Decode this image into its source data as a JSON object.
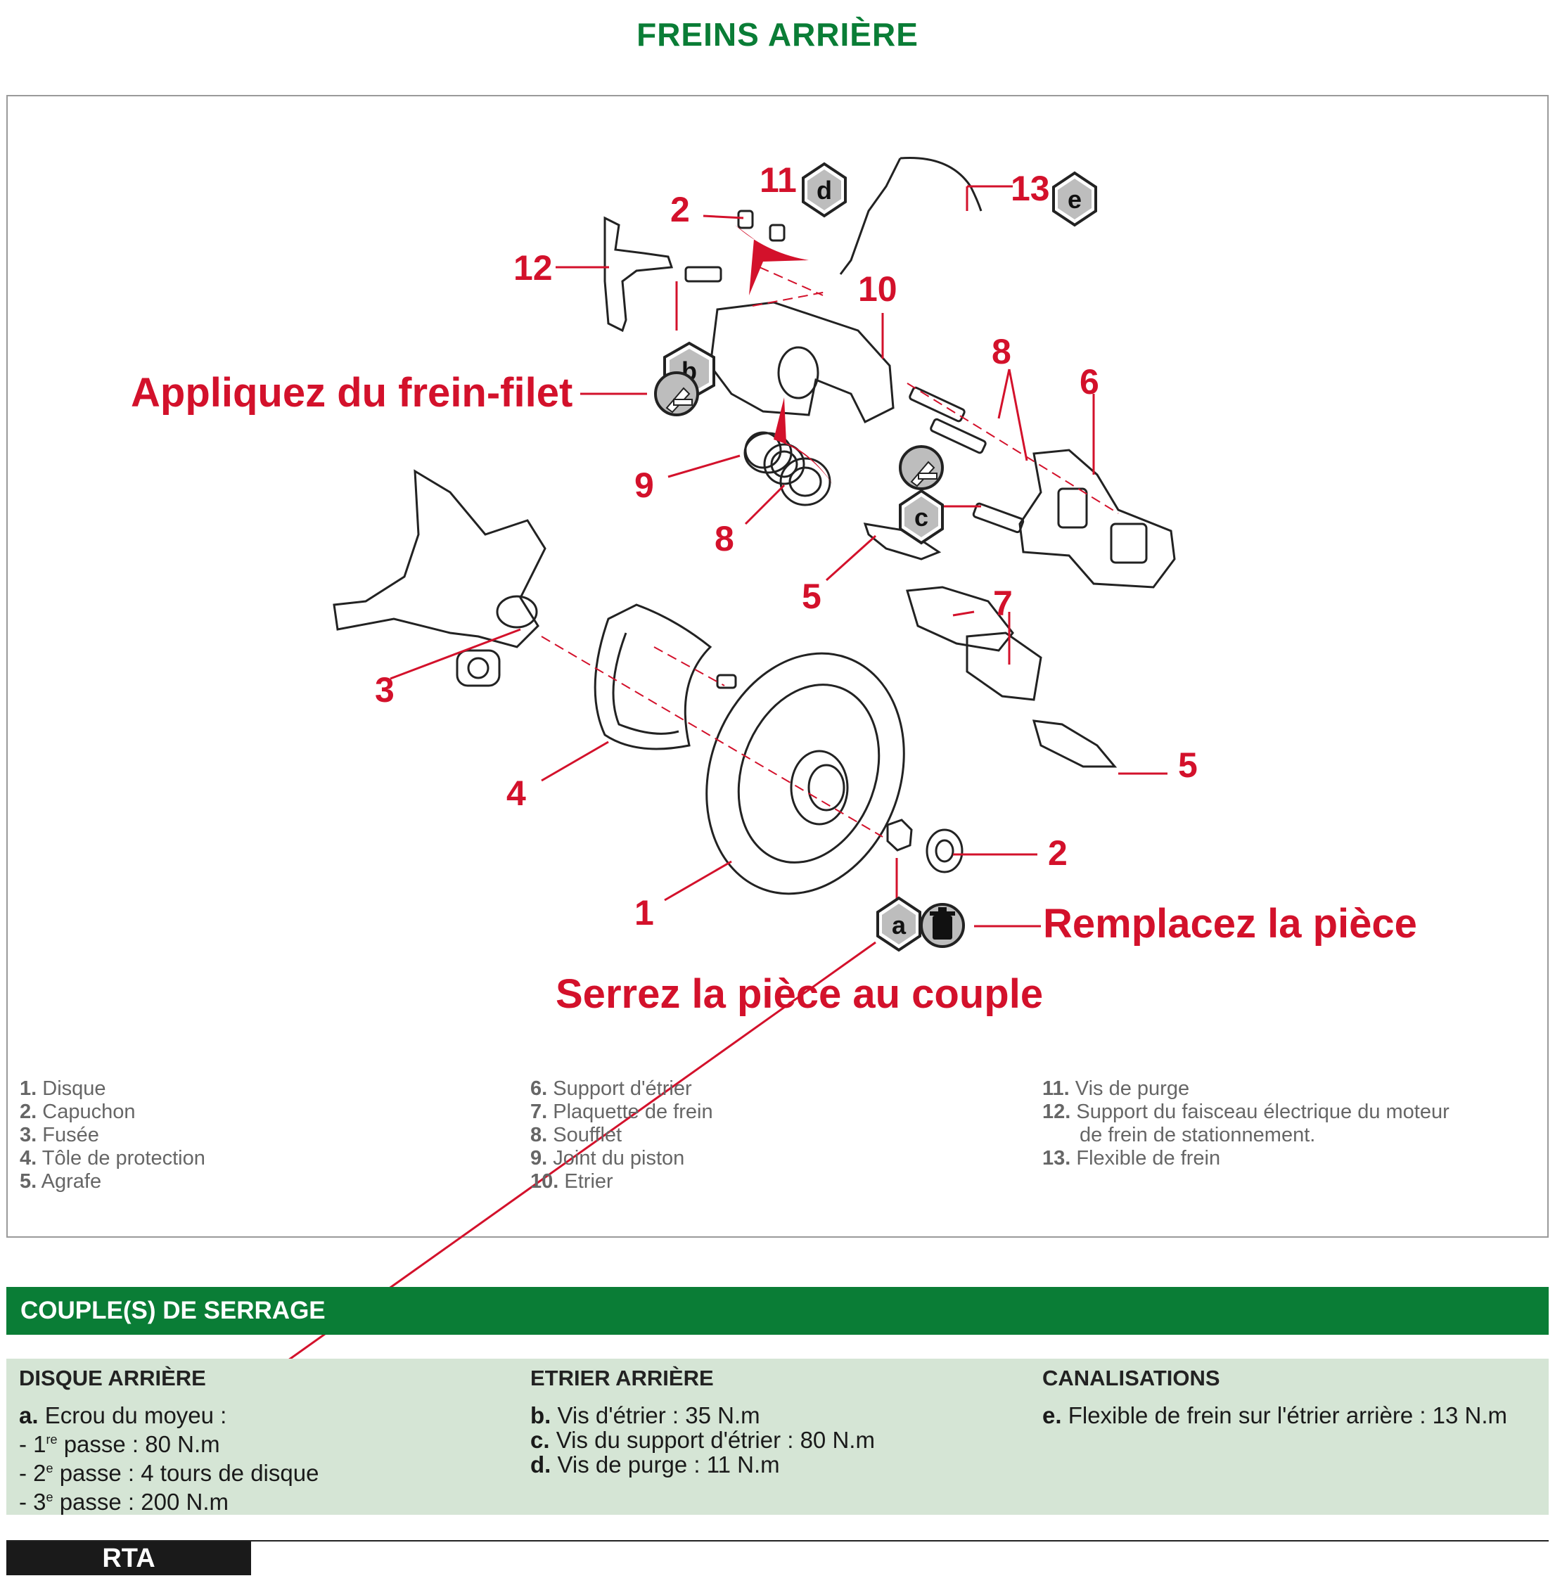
{
  "title": "FREINS ARRIÈRE",
  "callouts": {
    "apply": "Appliquez du frein-filet",
    "replace": "Remplacez la pièce",
    "torque": "Serrez la pièce au couple"
  },
  "diagram_numbers": {
    "n1": "1",
    "n2a": "2",
    "n2b": "2",
    "n3": "3",
    "n4": "4",
    "n5a": "5",
    "n5b": "5",
    "n6": "6",
    "n7": "7",
    "n8a": "8",
    "n8b": "8",
    "n9": "9",
    "n10": "10",
    "n11": "11",
    "n12": "12",
    "n13": "13"
  },
  "diagram_badges": {
    "a": "a",
    "b": "b",
    "c": "c",
    "d": "d",
    "e": "e"
  },
  "legend": {
    "col1": [
      {
        "num": "1.",
        "label": "Disque"
      },
      {
        "num": "2.",
        "label": "Capuchon"
      },
      {
        "num": "3.",
        "label": "Fusée"
      },
      {
        "num": "4.",
        "label": "Tôle de protection"
      },
      {
        "num": "5.",
        "label": "Agrafe"
      }
    ],
    "col2": [
      {
        "num": "6.",
        "label": "Support d'étrier"
      },
      {
        "num": "7.",
        "label": "Plaquette de frein"
      },
      {
        "num": "8.",
        "label": "Soufflet"
      },
      {
        "num": "9.",
        "label": "Joint du piston"
      },
      {
        "num": "10.",
        "label": "Etrier"
      }
    ],
    "col3": [
      {
        "num": "11.",
        "label": "Vis de purge"
      },
      {
        "num": "12.",
        "label": "Support du faisceau électrique du moteur"
      },
      {
        "num": "",
        "label": "de frein de stationnement."
      },
      {
        "num": "13.",
        "label": "Flexible de frein"
      }
    ]
  },
  "torque": {
    "header": "COUPLE(S) DE SERRAGE",
    "col1": {
      "title": "DISQUE ARRIÈRE",
      "a_key": "a.",
      "a_text": "Ecrou du moyeu :",
      "p1_pre": "- 1",
      "p1_sup": "re",
      "p1_post": " passe : 80 N.m",
      "p2_pre": "- 2",
      "p2_sup": "e",
      "p2_post": " passe : 4 tours de disque",
      "p3_pre": "- 3",
      "p3_sup": "e",
      "p3_post": " passe : 200 N.m"
    },
    "col2": {
      "title": "ETRIER ARRIÈRE",
      "b_key": "b.",
      "b_text": "Vis d'étrier : 35 N.m",
      "c_key": "c.",
      "c_text": "Vis du support d'étrier : 80 N.m",
      "d_key": "d.",
      "d_text": "Vis de purge : 11 N.m"
    },
    "col3": {
      "title": "CANALISATIONS",
      "e_key": "e.",
      "e_text": "Flexible de frein sur l'étrier arrière : 13 N.m"
    }
  },
  "footer": "RTA",
  "colors": {
    "brand_green": "#0a7d36",
    "callout_red": "#d3112b",
    "torque_bg": "#d5e5d5"
  }
}
